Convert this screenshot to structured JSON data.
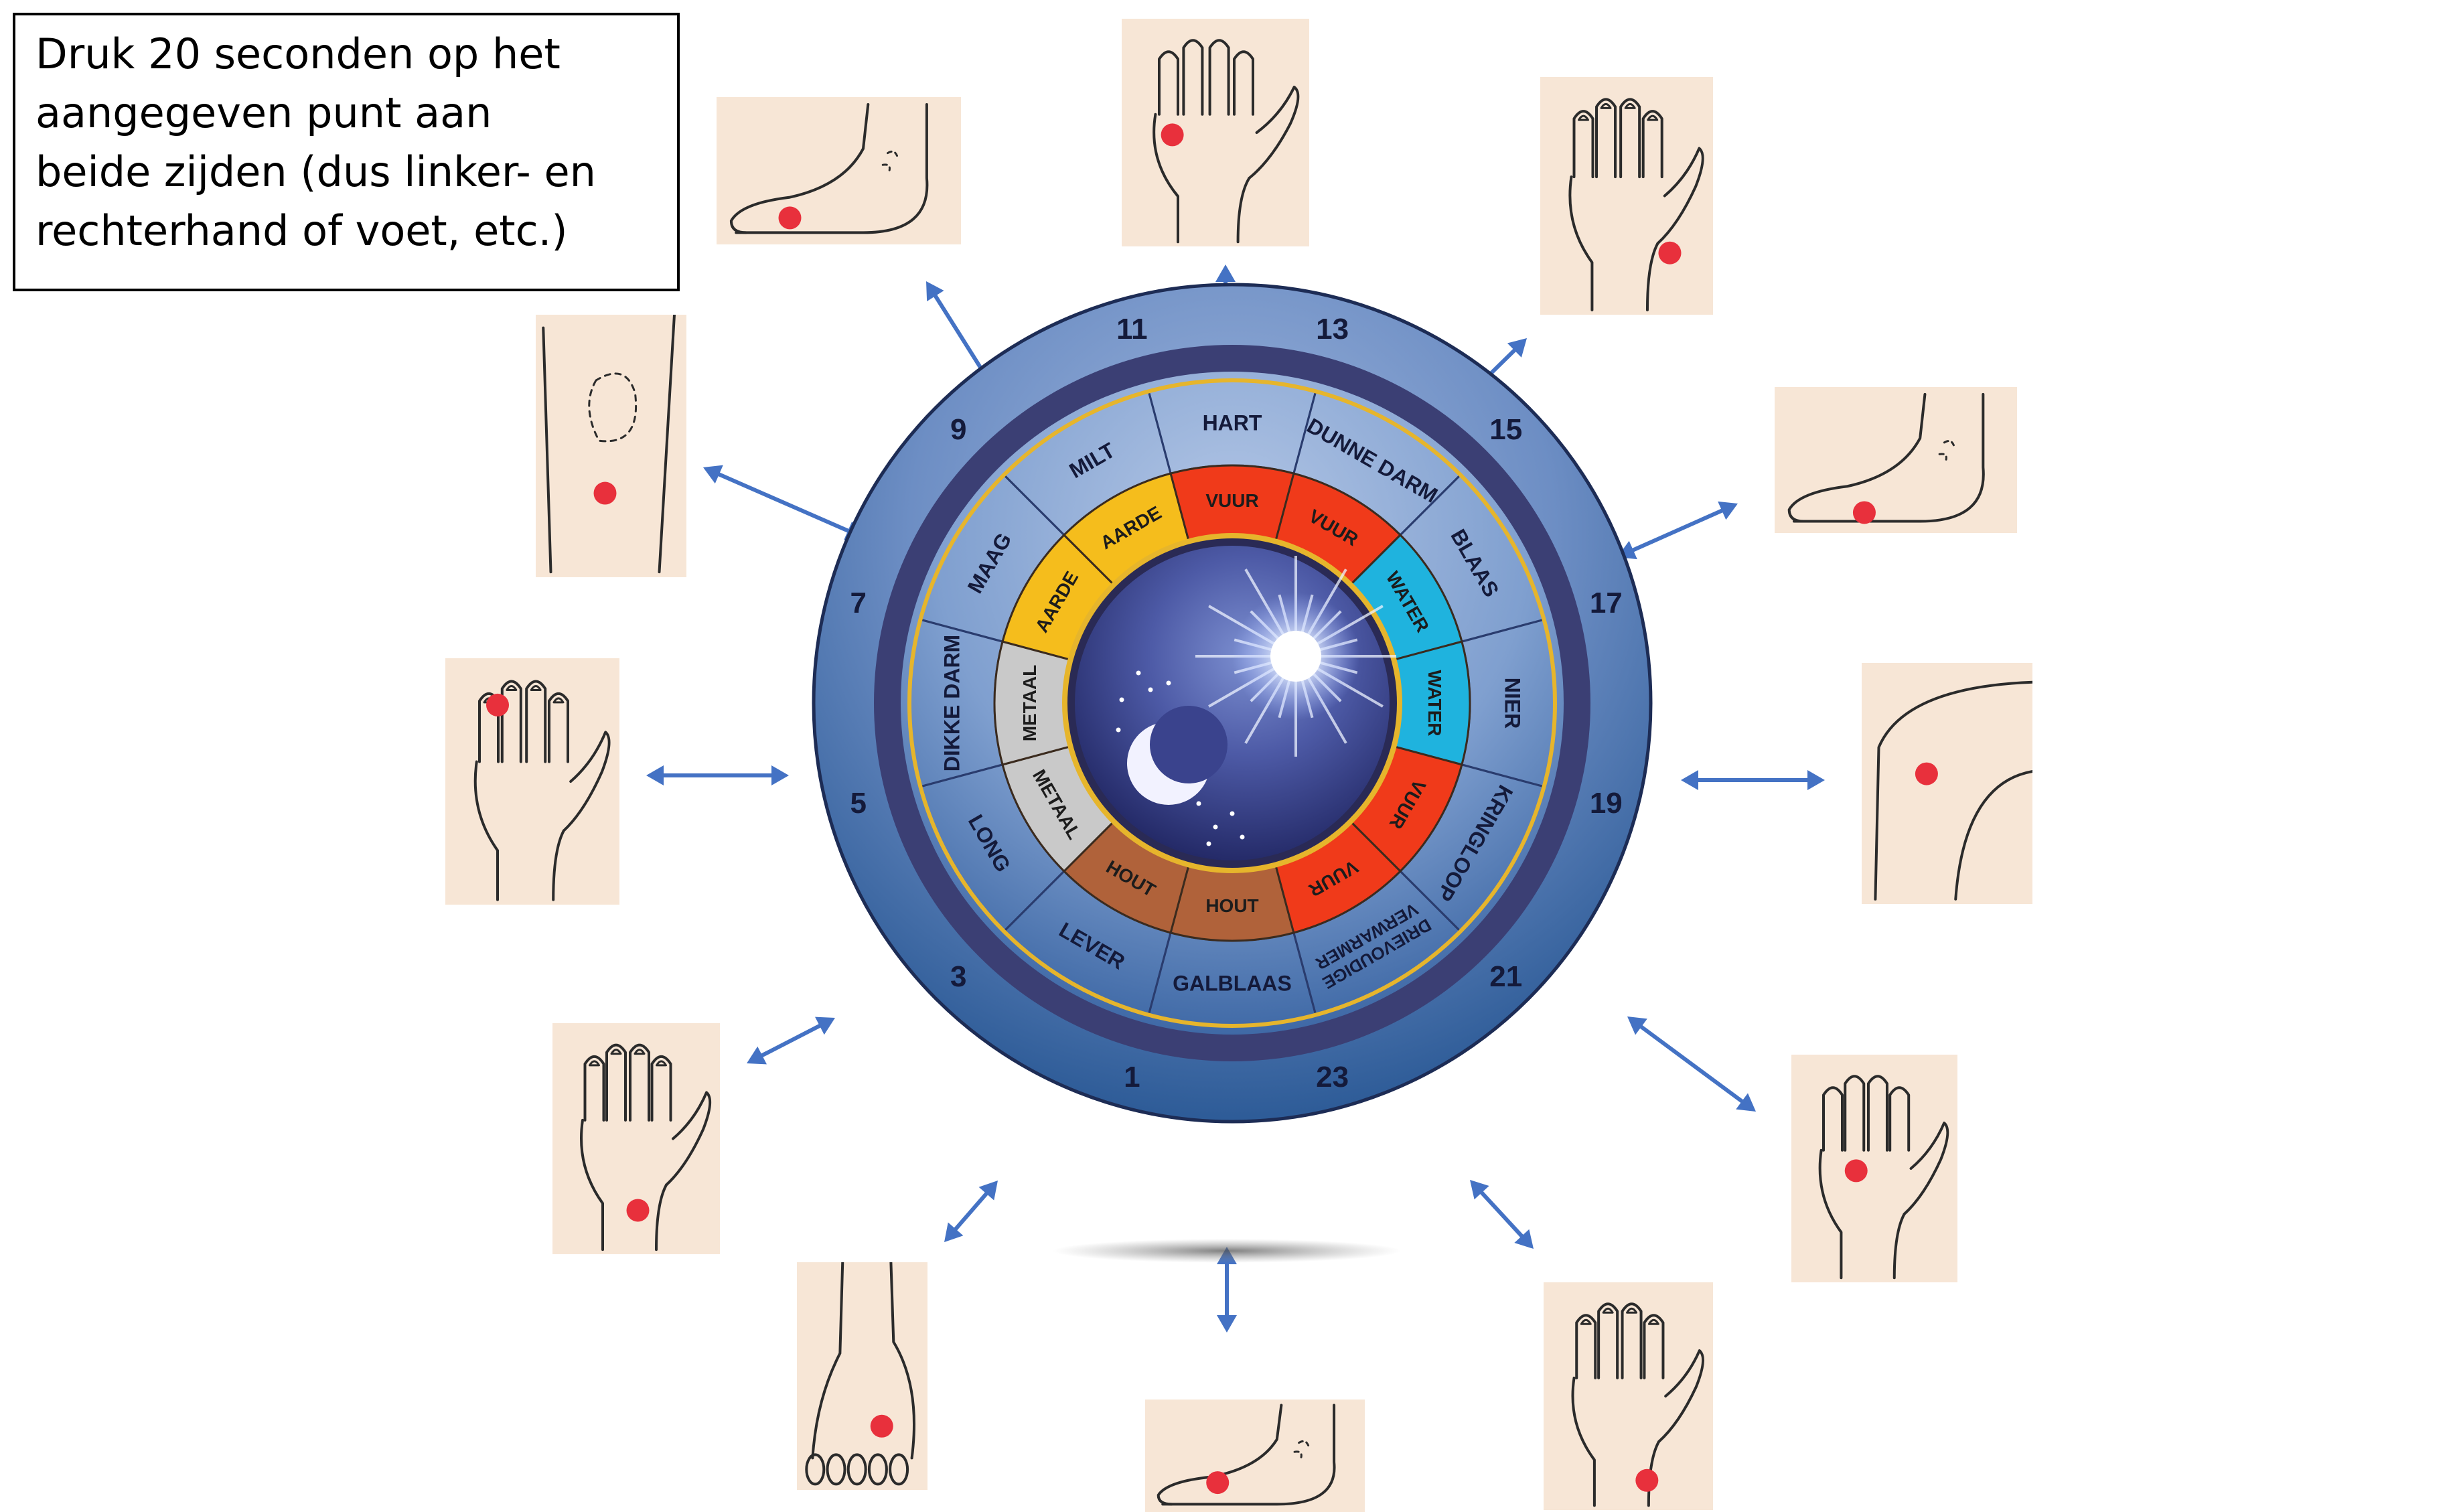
{
  "instruction": {
    "lines": [
      "Druk 20 seconden op het",
      "aangegeven punt aan",
      "beide zijden (dus linker- en",
      "rechterhand of voet, etc.)"
    ]
  },
  "clock": {
    "hours": [
      "1",
      "3",
      "5",
      "7",
      "9",
      "11",
      "13",
      "15",
      "17",
      "19",
      "21",
      "23"
    ],
    "organs": [
      "GALBLAAS",
      "LEVER",
      "LONG",
      "DIKKE DARM",
      "MAAG",
      "MILT",
      "HART",
      "DUNNE DARM",
      "BLAAS",
      "NIER",
      "KRINGLOOP",
      "DRIEVOUDIGE VERWARMER"
    ],
    "elements": [
      "HOUT",
      "HOUT",
      "METAAL",
      "METAAL",
      "AARDE",
      "AARDE",
      "VUUR",
      "VUUR",
      "WATER",
      "WATER",
      "VUUR",
      "VUUR"
    ],
    "element_colors": {
      "HOUT": "#b0623a",
      "METAAL": "#c9c9c9",
      "AARDE": "#f5bd1c",
      "VUUR": "#f03a1a",
      "WATER": "#1fb3de"
    }
  },
  "colors": {
    "arrow": "#4472c4",
    "point": "#e8303c",
    "card_bg": "#f7e6d6",
    "ring_outer": "#6f8fc2",
    "ring_dark": "#3b3f74",
    "ring_gold": "#e6b52c"
  },
  "cards": [
    {
      "id": "card-foot-top-left",
      "illustration": "foot-side-view"
    },
    {
      "id": "card-hand-top",
      "illustration": "hand-palm"
    },
    {
      "id": "card-hand-top-right",
      "illustration": "hand-back"
    },
    {
      "id": "card-foot-right",
      "illustration": "foot-side-view"
    },
    {
      "id": "card-knee-right",
      "illustration": "knee"
    },
    {
      "id": "card-hand-bottom-right",
      "illustration": "hand-palm"
    },
    {
      "id": "card-hand-bottom-right-2",
      "illustration": "hand-back"
    },
    {
      "id": "card-foot-bottom",
      "illustration": "foot-side-view"
    },
    {
      "id": "card-foot-bottom-left",
      "illustration": "foot-front-view"
    },
    {
      "id": "card-hand-left-low",
      "illustration": "hand-back"
    },
    {
      "id": "card-hand-left",
      "illustration": "hand-back"
    },
    {
      "id": "card-knee-left",
      "illustration": "knee"
    }
  ]
}
